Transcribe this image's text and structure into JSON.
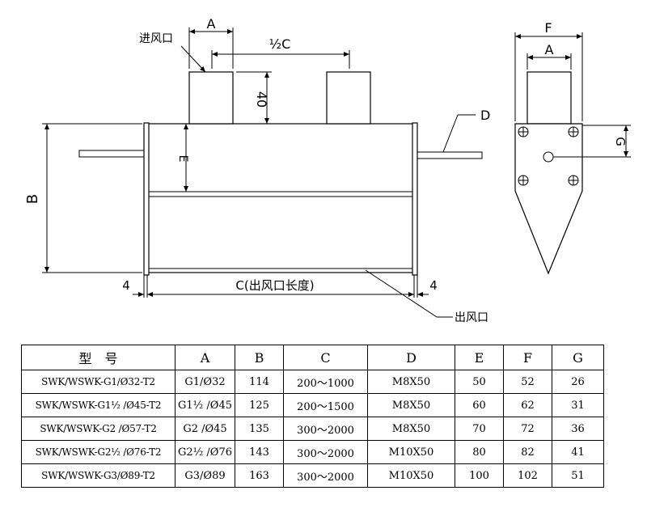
{
  "labels": {
    "inlet": "进风口",
    "outlet": "出风口",
    "dim_a": "A",
    "dim_half_c": "½C",
    "dim_40": "40",
    "dim_b": "B",
    "dim_e": "E",
    "dim_c": "C(出风口长度)",
    "dim_4_left": "4",
    "dim_4_right": "4",
    "dim_d": "D",
    "dim_f": "F",
    "dim_a_side": "A",
    "dim_g": "G"
  },
  "table": {
    "headers": [
      "型　号",
      "A",
      "B",
      "C",
      "D",
      "E",
      "F",
      "G"
    ],
    "rows": [
      [
        "SWK/WSWK-G1/Ø32-T2",
        "G1/Ø32",
        "114",
        "200～1000",
        "M8X50",
        "50",
        "52",
        "26"
      ],
      [
        "SWK/WSWK-G1½ /Ø45-T2",
        "G1½ /Ø45",
        "125",
        "200～1500",
        "M8X50",
        "60",
        "62",
        "31"
      ],
      [
        "SWK/WSWK-G2 /Ø57-T2",
        "G2 /Ø45",
        "135",
        "300～2000",
        "M8X50",
        "70",
        "72",
        "36"
      ],
      [
        "SWK/WSWK-G2½ /Ø76-T2",
        "G2½ /Ø76",
        "143",
        "300～2000",
        "M10X50",
        "80",
        "82",
        "41"
      ],
      [
        "SWK/WSWK-G3/Ø89-T2",
        "G3/Ø89",
        "163",
        "300～2000",
        "M10X50",
        "100",
        "102",
        "51"
      ]
    ]
  }
}
